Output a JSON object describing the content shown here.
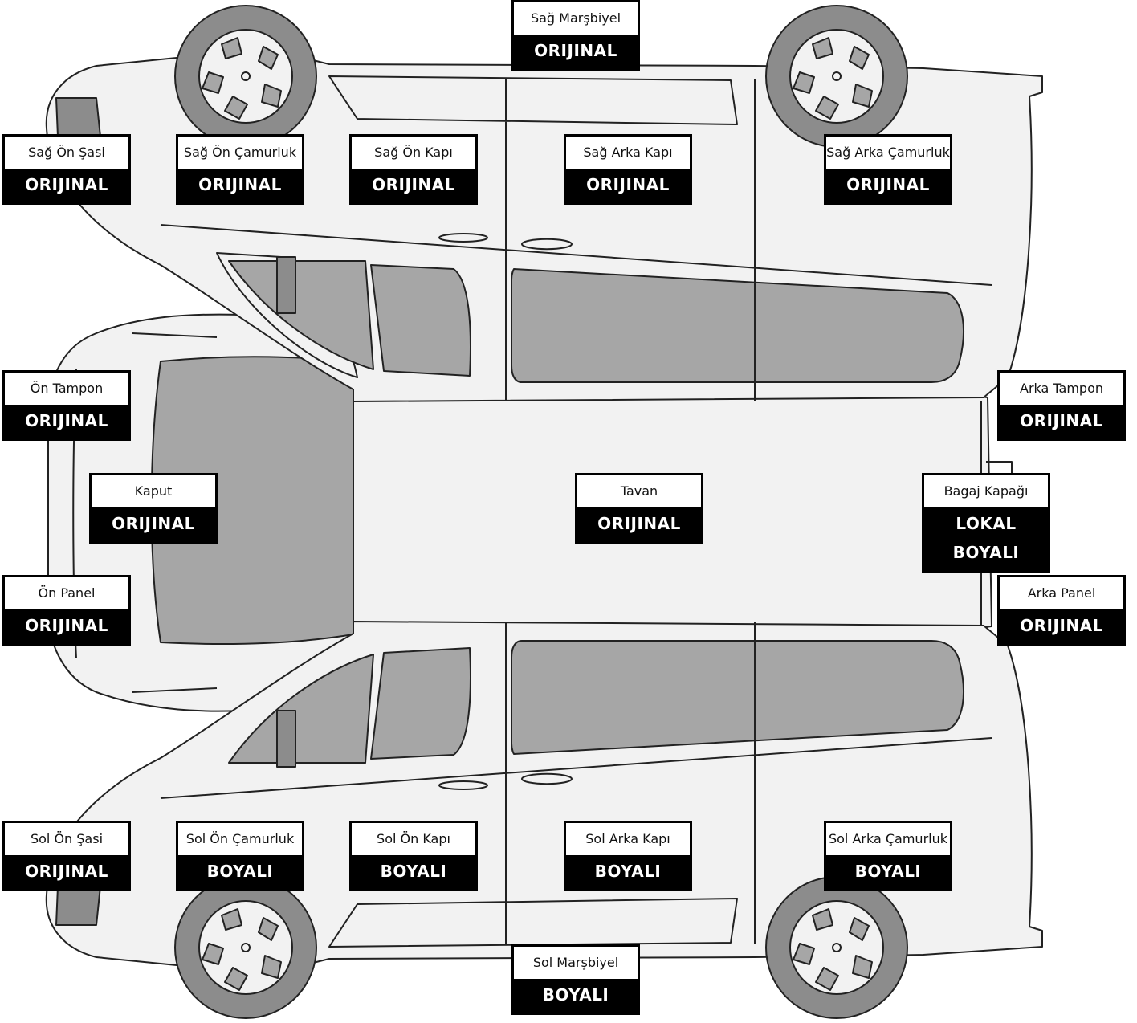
{
  "parts": {
    "sag_marsbiyel": {
      "name": "Sağ Marşbiyel",
      "status": "ORIJINAL"
    },
    "sag_on_sasi": {
      "name": "Sağ Ön Şasi",
      "status": "ORIJINAL"
    },
    "sag_on_camurluk": {
      "name": "Sağ Ön Çamurluk",
      "status": "ORIJINAL"
    },
    "sag_on_kapi": {
      "name": "Sağ Ön Kapı",
      "status": "ORIJINAL"
    },
    "sag_arka_kapi": {
      "name": "Sağ Arka Kapı",
      "status": "ORIJINAL"
    },
    "sag_arka_camurluk": {
      "name": "Sağ Arka Çamurluk",
      "status": "ORIJINAL"
    },
    "on_tampon": {
      "name": "Ön Tampon",
      "status": "ORIJINAL"
    },
    "arka_tampon": {
      "name": "Arka Tampon",
      "status": "ORIJINAL"
    },
    "kaput": {
      "name": "Kaput",
      "status": "ORIJINAL"
    },
    "tavan": {
      "name": "Tavan",
      "status": "ORIJINAL"
    },
    "bagaj_kapagi": {
      "name": "Bagaj Kapağı",
      "status": "LOKAL BOYALI"
    },
    "on_panel": {
      "name": "Ön Panel",
      "status": "ORIJINAL"
    },
    "arka_panel": {
      "name": "Arka Panel",
      "status": "ORIJINAL"
    },
    "sol_on_sasi": {
      "name": "Sol Ön Şasi",
      "status": "ORIJINAL"
    },
    "sol_on_camurluk": {
      "name": "Sol Ön Çamurluk",
      "status": "BOYALI"
    },
    "sol_on_kapi": {
      "name": "Sol Ön Kapı",
      "status": "BOYALI"
    },
    "sol_arka_kapi": {
      "name": "Sol Arka Kapı",
      "status": "BOYALI"
    },
    "sol_arka_camurluk": {
      "name": "Sol Arka Çamurluk",
      "status": "BOYALI"
    },
    "sol_marsbiyel": {
      "name": "Sol Marşbiyel",
      "status": "BOYALI"
    }
  },
  "colors": {
    "body": "#f2f2f2",
    "glass": "#a6a6a6",
    "tire": "#8c8c8c",
    "outline": "#222222",
    "label_header": "#000000"
  }
}
